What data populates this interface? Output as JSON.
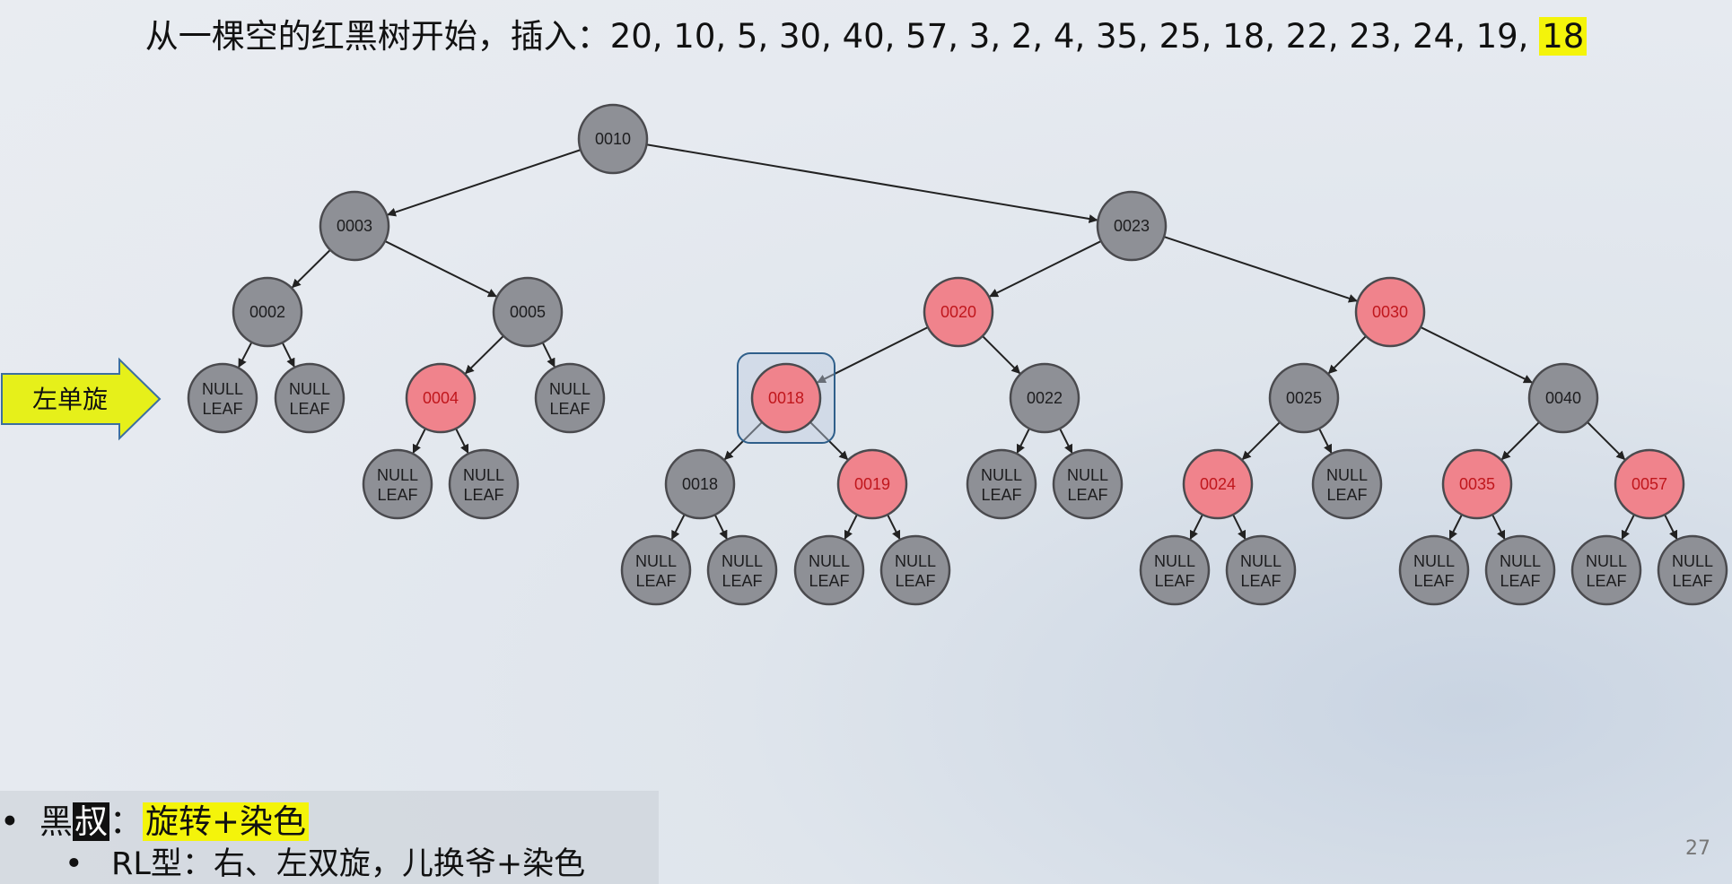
{
  "title": {
    "prefix": "从一棵空的红黑树开始，插入：20, 10, 5, 30, 40, 57, 3, 2, 4, 35, 25, 18, 22, 23, 24, 19, ",
    "highlight": "18"
  },
  "arrow_label": "左单旋",
  "colors": {
    "black_node": "#8e9096",
    "red_node": "#f0838c",
    "red_text": "#c0161c",
    "selection_border": "#2f5f8a",
    "arrow_fill": "#e6f01a"
  },
  "tree": {
    "nodes": [
      {
        "id": "n10",
        "label": "0010",
        "color": "black"
      },
      {
        "id": "n3",
        "label": "0003",
        "color": "black",
        "parent": "n10"
      },
      {
        "id": "n23",
        "label": "0023",
        "color": "black",
        "parent": "n10"
      },
      {
        "id": "n2",
        "label": "0002",
        "color": "black",
        "parent": "n3"
      },
      {
        "id": "n5",
        "label": "0005",
        "color": "black",
        "parent": "n3"
      },
      {
        "id": "n20",
        "label": "0020",
        "color": "red",
        "parent": "n23"
      },
      {
        "id": "n30",
        "label": "0030",
        "color": "red",
        "parent": "n23"
      },
      {
        "id": "n4",
        "label": "0004",
        "color": "red",
        "parent": "n5"
      },
      {
        "id": "n18a",
        "label": "0018",
        "color": "red",
        "parent": "n20",
        "selected": true
      },
      {
        "id": "n22",
        "label": "0022",
        "color": "black",
        "parent": "n20"
      },
      {
        "id": "n25",
        "label": "0025",
        "color": "black",
        "parent": "n30"
      },
      {
        "id": "n40",
        "label": "0040",
        "color": "black",
        "parent": "n30"
      },
      {
        "id": "n18b",
        "label": "0018",
        "color": "black",
        "parent": "n18a"
      },
      {
        "id": "n19",
        "label": "0019",
        "color": "red",
        "parent": "n18a"
      },
      {
        "id": "n24",
        "label": "0024",
        "color": "red",
        "parent": "n25"
      },
      {
        "id": "n35",
        "label": "0035",
        "color": "red",
        "parent": "n40"
      },
      {
        "id": "n57",
        "label": "0057",
        "color": "red",
        "parent": "n40"
      }
    ],
    "leaf_label": [
      "NULL",
      "LEAF"
    ],
    "leaves": [
      {
        "parent": "n2"
      },
      {
        "parent": "n2"
      },
      {
        "parent": "n5"
      },
      {
        "parent": "n4"
      },
      {
        "parent": "n4"
      },
      {
        "parent": "n18b"
      },
      {
        "parent": "n18b"
      },
      {
        "parent": "n19"
      },
      {
        "parent": "n19"
      },
      {
        "parent": "n22"
      },
      {
        "parent": "n22"
      },
      {
        "parent": "n25"
      },
      {
        "parent": "n24"
      },
      {
        "parent": "n24"
      },
      {
        "parent": "n35"
      },
      {
        "parent": "n35"
      },
      {
        "parent": "n57"
      },
      {
        "parent": "n57"
      }
    ]
  },
  "bullets": {
    "b1_pre": "黑",
    "b1_inv": "叔",
    "b1_colon": "：",
    "b1_hl": "旋转+染色",
    "b2": "RL型：右、左双旋，儿换爷+染色"
  },
  "page_number": "27"
}
